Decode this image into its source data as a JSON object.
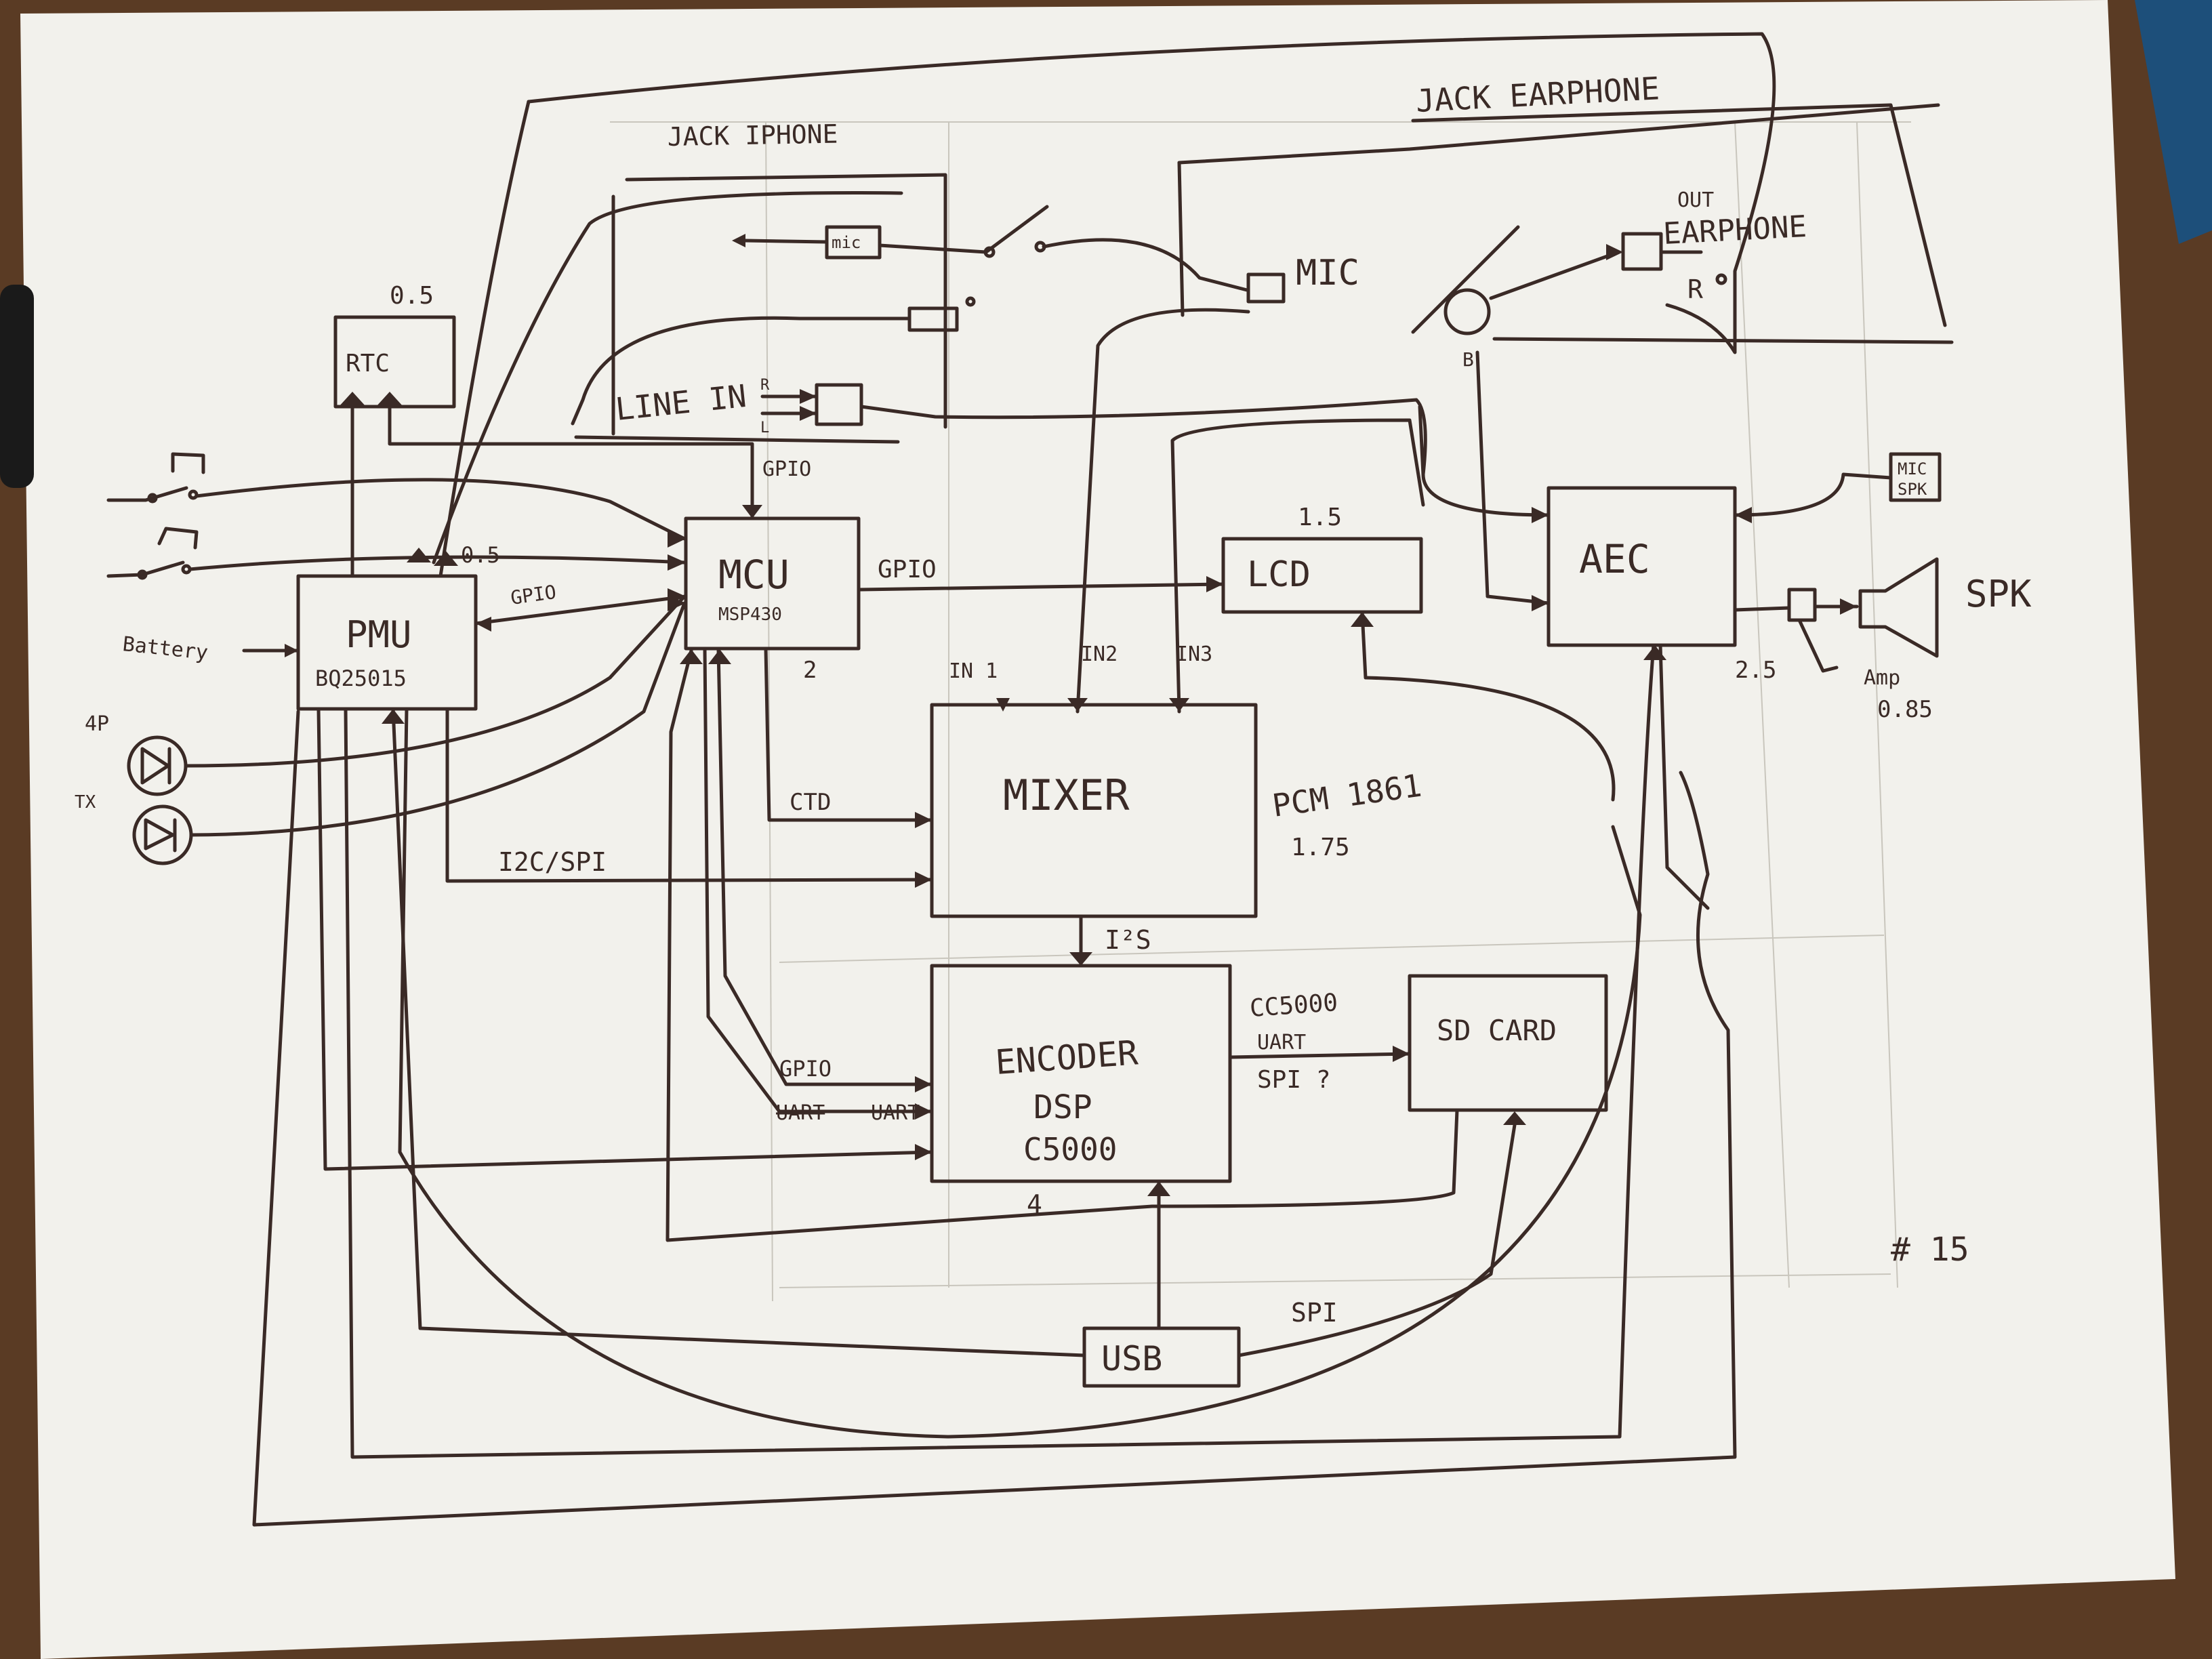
{
  "colors": {
    "ink": "#3a2a26",
    "paper": "#f2f1ec",
    "wood": "#5a3b24",
    "faint": "#c9c6bd",
    "accent": "#1d4f7a"
  },
  "labels": {
    "jack_iphone": "JACK IPHONE",
    "jack_earphone": "JACK EARPHONE",
    "rtc": "RTC",
    "rtc_value": "0.5",
    "mcu": "MCU",
    "mcu_sub": "MSP430",
    "mcu_value": "2",
    "pmu": "PMU",
    "pmu_sub": "BQ25015",
    "pmu_value": "0.5",
    "battery": "Battery",
    "lcd": "LCD",
    "lcd_value": "1.5",
    "aec": "AEC",
    "mixer": "MIXER",
    "mixer_part": "PCM 1861",
    "mixer_value": "1.75",
    "encoder_line1": "ENCODER",
    "encoder_line2": "DSP",
    "encoder_line3": "C5000",
    "encoder_value": "4",
    "sd_card": "SD CARD",
    "usb": "USB",
    "mic": "MIC",
    "mic_small": "mic",
    "line_in": "LINE IN",
    "line_r": "R",
    "line_l": "L",
    "out": "OUT",
    "earphone": "EARPHONE",
    "r_mark": "R",
    "b_mark": "B",
    "mic_spk": "MIC",
    "mic_spk2": "SPK",
    "spk": "SPK",
    "aec_value": "2.5",
    "amp": "Amp",
    "amp_value": "0.85",
    "gpio_mcu_pmu": "GPIO",
    "gpio_rtc_mcu": "GPIO",
    "gpio_mcu_lcd": "GPIO",
    "gpio_encoder": "GPIO",
    "uart_encoder_strike": "UART",
    "uart_encoder": "UART",
    "in1": "IN 1",
    "in2": "IN2",
    "in3": "IN3",
    "ctd": "CTD",
    "i2c_spi": "I2C/SPI",
    "i2s": "I²S",
    "cc5000": "CC5000",
    "uart_sd": "UART",
    "spi_sd": "SPI ?",
    "spi_usb": "SPI",
    "led_top": "4P",
    "led_bottom": "TX",
    "page_number": "# 15"
  }
}
